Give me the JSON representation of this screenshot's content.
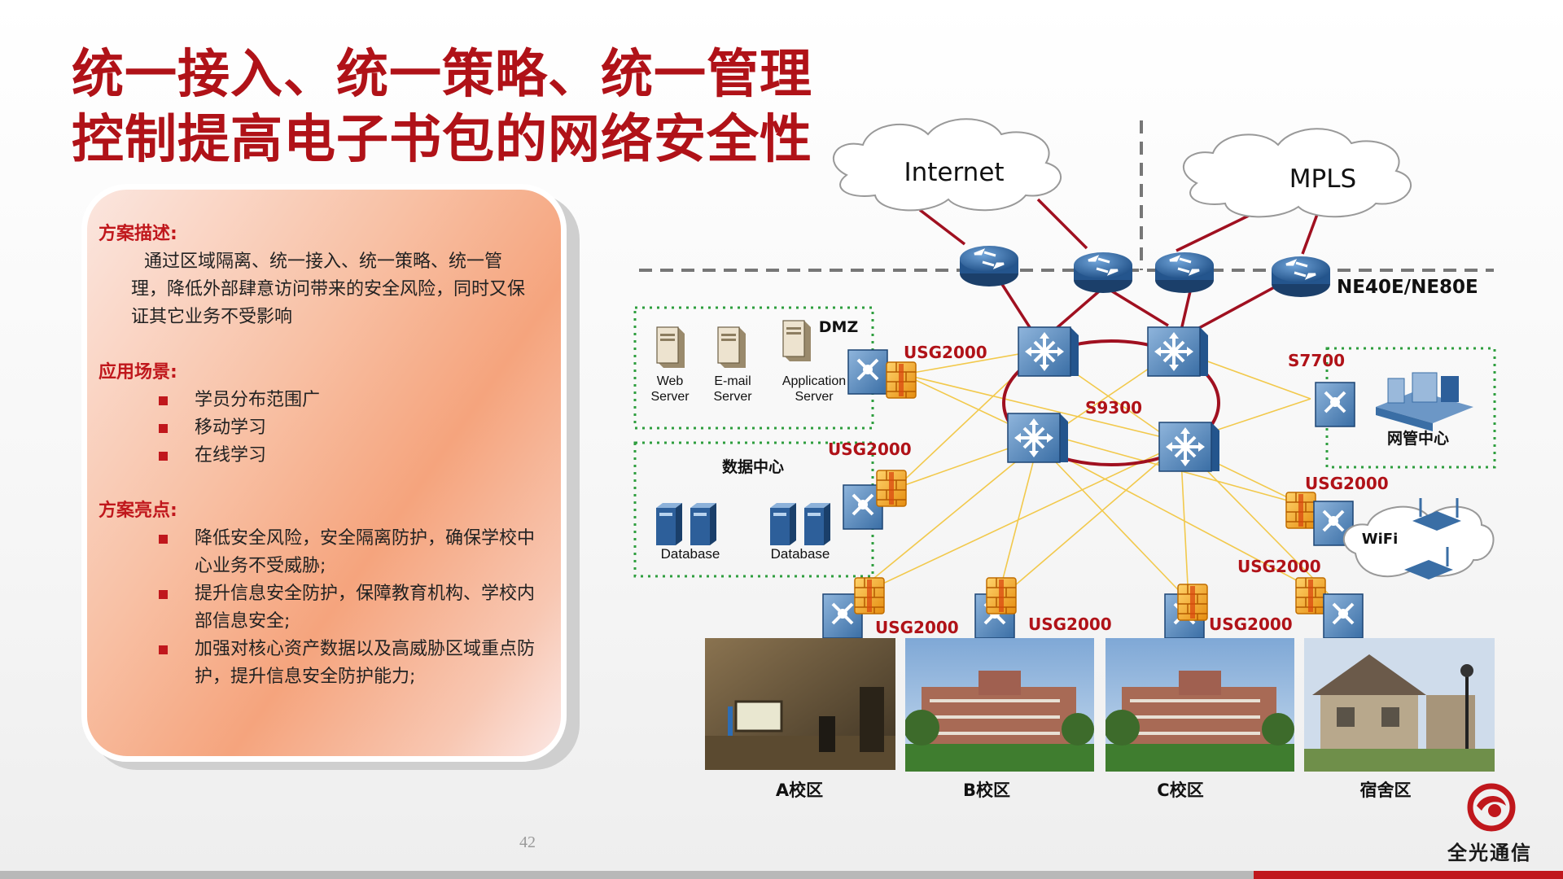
{
  "slide": {
    "title_line1": "统一接入、统一策略、统一管理",
    "title_line2": "控制提高电子书包的网络安全性",
    "page_number": "42"
  },
  "panel": {
    "desc_heading": "方案描述:",
    "desc_text": "通过区域隔离、统一接入、统一策略、统一管理，降低外部肆意访问带来的安全风险，同时又保证其它业务不受影响",
    "scenario_heading": "应用场景:",
    "scenarios": [
      "学员分布范围广",
      "移动学习",
      "在线学习"
    ],
    "highlight_heading": "方案亮点:",
    "highlights": [
      "降低安全风险，安全隔离防护，确保学校中心业务不受威胁;",
      "提升信息安全防护，保障教育机构、学校内部信息安全;",
      "加强对核心资产数据以及高威胁区域重点防护，提升信息安全防护能力;"
    ]
  },
  "diagram": {
    "cloud_internet": "Internet",
    "cloud_mpls": "MPLS",
    "router_label": "NE40E/NE80E",
    "core_label": "S9300",
    "dmz_label": "DMZ",
    "servers": [
      {
        "line1": "Web",
        "line2": "Server"
      },
      {
        "line1": "E-mail",
        "line2": "Server"
      },
      {
        "line1": "Application",
        "line2": "Server"
      }
    ],
    "datacenter_label": "数据中心",
    "databases": [
      "Database",
      "Database"
    ],
    "nms_switch_label": "S7700",
    "nms_label": "网管中心",
    "wifi_label": "WiFi",
    "firewall_label": "USG2000",
    "campuses": [
      "A校区",
      "B校区",
      "C校区",
      "宿舍区"
    ]
  },
  "logo": {
    "text": "全光通信"
  },
  "colors": {
    "title_red": "#b01218",
    "heading_red": "#c0171c",
    "link_red": "#a01020",
    "link_yellow": "#f2c94c",
    "device_blue": "#3a6ea5",
    "firewall_orange": "#f39c12",
    "zone_green": "#2e9e3e"
  }
}
